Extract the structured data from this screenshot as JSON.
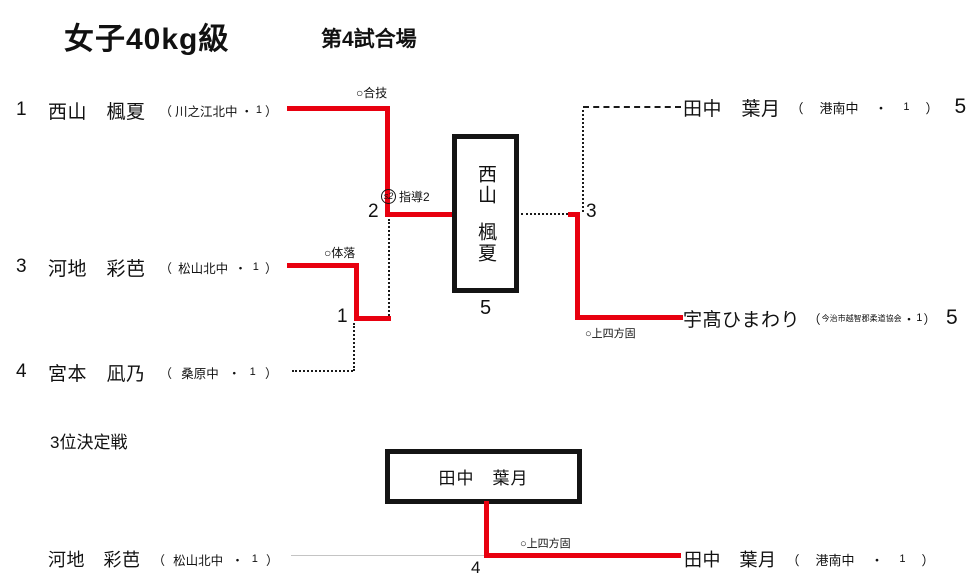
{
  "header": {
    "title": "女子40kg級",
    "venue": "第4試合場"
  },
  "punct": {
    "open": "（",
    "dot": "・",
    "close": "）"
  },
  "entries": {
    "e1": {
      "seed": "1",
      "name": "西山　楓夏",
      "club": "川之江北中",
      "grade": "1"
    },
    "e3": {
      "seed": "3",
      "name": "河地　彩芭",
      "club": "松山北中",
      "grade": "1"
    },
    "e4": {
      "seed": "4",
      "name": "宮本　凪乃",
      "club": "桑原中",
      "grade": "1"
    },
    "e5t": {
      "seed": "5",
      "name": "田中　葉月",
      "club": "港南中",
      "grade": "1"
    },
    "e5u": {
      "seed": "5",
      "name": "宇髙ひまわり",
      "club": "今治市越智郡柔道協会",
      "grade": "1"
    }
  },
  "matches": {
    "m1": {
      "no": "1",
      "technique": "○体落"
    },
    "m2": {
      "no": "2",
      "technique": "○合技"
    },
    "m3": {
      "no": "3",
      "technique": "○上四方固"
    },
    "m4": {
      "no": "4",
      "technique": "○上四方固"
    },
    "m5": {
      "no": "5",
      "mark": "s2",
      "note": "指導2"
    }
  },
  "champion": {
    "line1": "西山",
    "line2": "楓夏"
  },
  "third_place": {
    "heading": "3位決定戦",
    "box_name": "田中　葉月",
    "left": {
      "name": "河地　彩芭",
      "club": "松山北中",
      "grade": "1"
    },
    "right": {
      "name": "田中　葉月",
      "club": "港南中",
      "grade": "1"
    }
  },
  "colors": {
    "win_line": "#e8000f",
    "line": "#1a1a1a",
    "muted_line": "#c4c4c4"
  }
}
